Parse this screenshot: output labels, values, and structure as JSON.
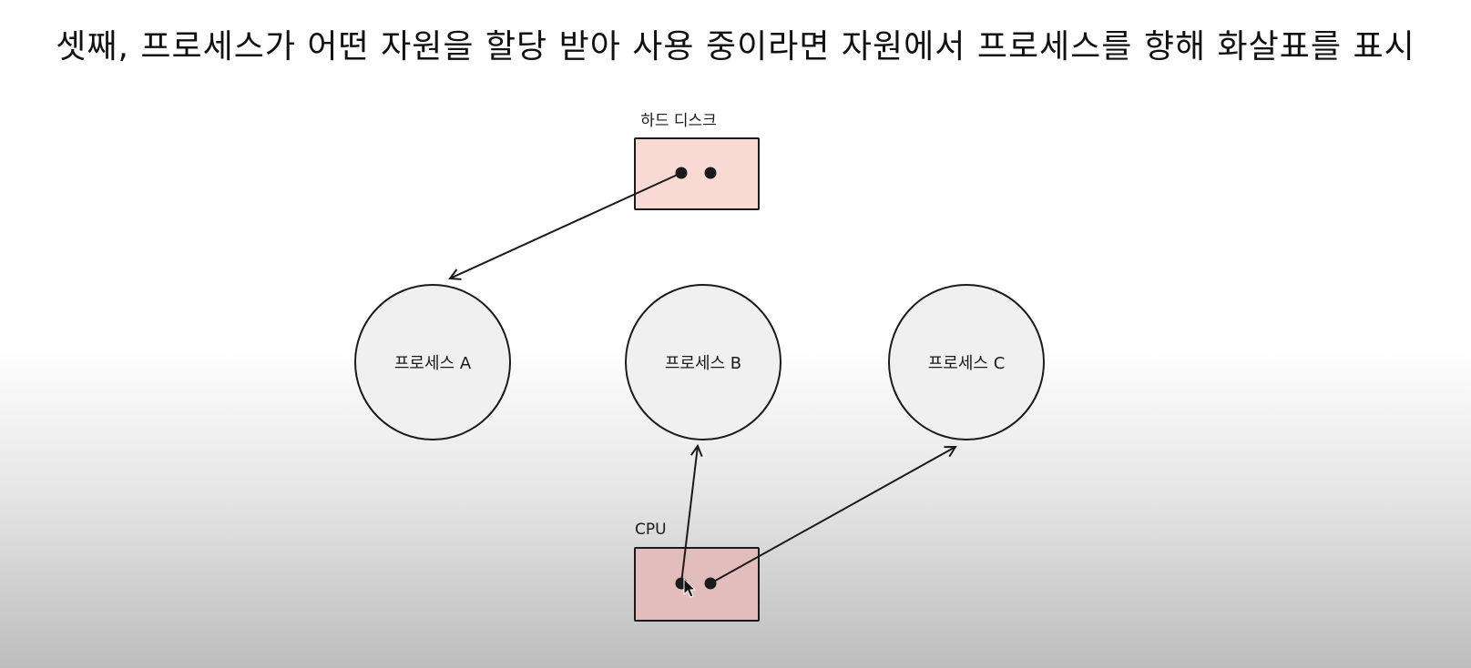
{
  "caption": "셋째, 프로세스가 어떤 자원을 할당 받아 사용 중이라면 자원에서 프로세스를 향해 화살표를 표시",
  "resources": {
    "disk": {
      "label": "하드 디스크",
      "instances": 2,
      "color": "#f9d9d3"
    },
    "cpu": {
      "label": "CPU",
      "instances": 2,
      "color": "#e3bdbb"
    }
  },
  "processes": [
    {
      "label": "프로세스 A"
    },
    {
      "label": "프로세스 B"
    },
    {
      "label": "프로세스 C"
    }
  ],
  "edges": [
    {
      "from": "disk.0",
      "to": "process-a",
      "type": "assignment"
    },
    {
      "from": "cpu.0",
      "to": "process-b",
      "type": "assignment"
    },
    {
      "from": "cpu.1",
      "to": "process-c",
      "type": "assignment"
    }
  ],
  "colors": {
    "process_fill": "#f0f0f0",
    "stroke": "#1a1a1a"
  }
}
